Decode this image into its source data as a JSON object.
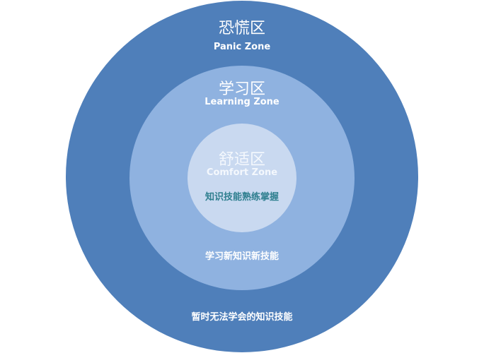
{
  "zones": {
    "panic": {
      "title_zh": "恐慌区",
      "title_en": "Panic Zone",
      "description": "暂时无法学会的知识技能",
      "color": "#4f7fba"
    },
    "learning": {
      "title_zh": "学习区",
      "title_en": "Learning Zone",
      "description": "学习新知识新技能",
      "color": "#8fb2e0"
    },
    "comfort": {
      "title_zh": "舒适区",
      "title_en": "Comfort Zone",
      "description": "知识技能熟练掌握",
      "color": "#c9d9f0"
    }
  }
}
